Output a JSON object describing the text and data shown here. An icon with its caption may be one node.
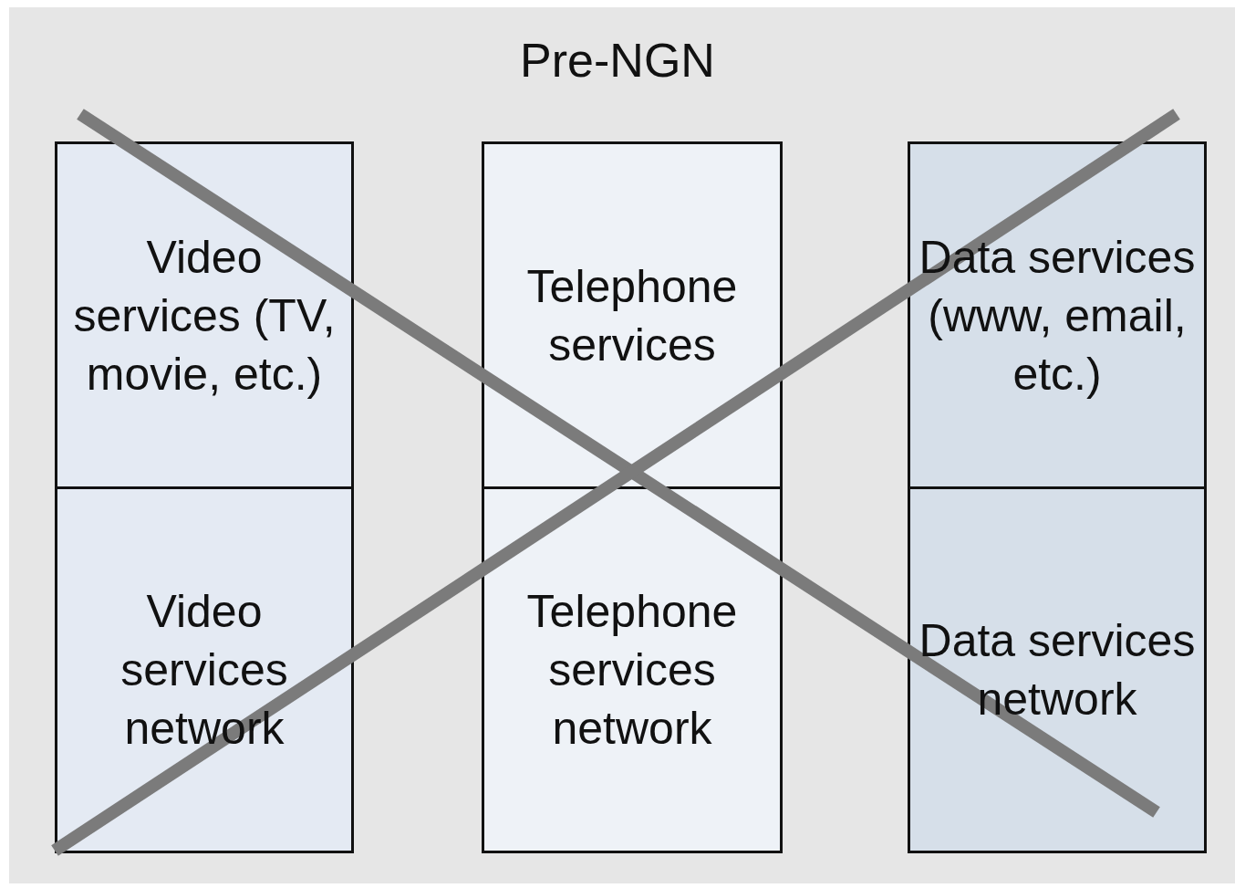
{
  "diagram": {
    "title": "Pre-NGN",
    "nodes": [
      {
        "text": [
          "Video services (TV, movie, etc.)"
        ]
      },
      {
        "text": [
          "Telephone services"
        ]
      },
      {
        "text": [
          "Data services (www, email, etc.)"
        ]
      },
      {
        "text": [
          "Video services network"
        ]
      },
      {
        "text": [
          "Telephone services network"
        ]
      },
      {
        "text": [
          "Data services network"
        ]
      }
    ]
  }
}
